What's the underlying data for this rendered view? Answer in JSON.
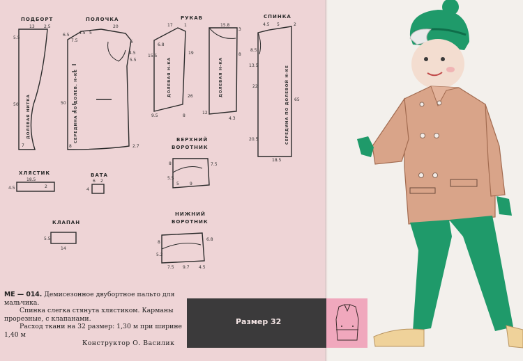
{
  "patterns": {
    "podbort": {
      "label": "ПОДБОРТ",
      "note": "ДОЛЕВАЯ НИТКА",
      "dims": [
        "13",
        "2.5",
        "5.5",
        "50",
        "7"
      ]
    },
    "polochka": {
      "label": "ПОЛОЧКА",
      "note": "СЕРЕДИНА ПО ДОЛЕВ. Н-КЕ",
      "dims": [
        "6.5",
        "4.5",
        "5",
        "20",
        "7.5",
        "4.5",
        "5.5",
        "5",
        "50",
        "8",
        "2.7"
      ]
    },
    "rukav": {
      "label": "РУКАВ",
      "note1": "ДОЛЕВАЯ Н-КА",
      "note2": "ДОЛЕВАЯ Н-КА",
      "dims": [
        "17",
        "1",
        "15.5",
        "6.8",
        "19",
        "26",
        "9.5",
        "8",
        "15.8",
        "3",
        "8",
        "12",
        "4.3"
      ]
    },
    "spinka": {
      "label": "СПИНКА",
      "note": "СЕРЕДИНА ПО ДОЛЕВОЙ Н-КЕ",
      "dims": [
        "4.5",
        "5",
        "2",
        "8.5",
        "13.5",
        "22",
        "20.5",
        "65",
        "18.5"
      ]
    },
    "verkh_vorotnik": {
      "label1": "ВЕРХНИЙ",
      "label2": "ВОРОТНИК",
      "dims": [
        "8",
        "5.5",
        "5",
        "9",
        "7.5"
      ]
    },
    "nizh_vorotnik": {
      "label1": "НИЖНИЙ",
      "label2": "ВОРОТНИК",
      "dims": [
        "8",
        "5.2",
        "7.5",
        "9.7",
        "4.5",
        "6.8"
      ]
    },
    "khlyastik": {
      "label": "ХЛЯСТИК",
      "dims": [
        "18.5",
        "4.5",
        "2"
      ]
    },
    "vata": {
      "label": "ВАТА",
      "dims": [
        "6",
        "2",
        "4"
      ]
    },
    "klapan": {
      "label": "КЛАПАН",
      "dims": [
        "5.5",
        "14"
      ]
    }
  },
  "description": {
    "code": "МЕ — 014.",
    "line1": "Демисезонное двубортное пальто для мальчика.",
    "line2": "Спинка слегка стянута хлястиком. Карманы прорезные, с клапанами.",
    "line3": "Расход ткани на 32 размер: 1,30 м при ширине 1,40 м",
    "designer": "Конструктор О. Василик"
  },
  "size_label": "Размер 32",
  "colors": {
    "page_left": "#eed4d6",
    "coat": "#d9a489",
    "hat_and_pants": "#1f9a6a",
    "size_box": "#3b3a3b",
    "thumb": "#f0a8bd"
  }
}
